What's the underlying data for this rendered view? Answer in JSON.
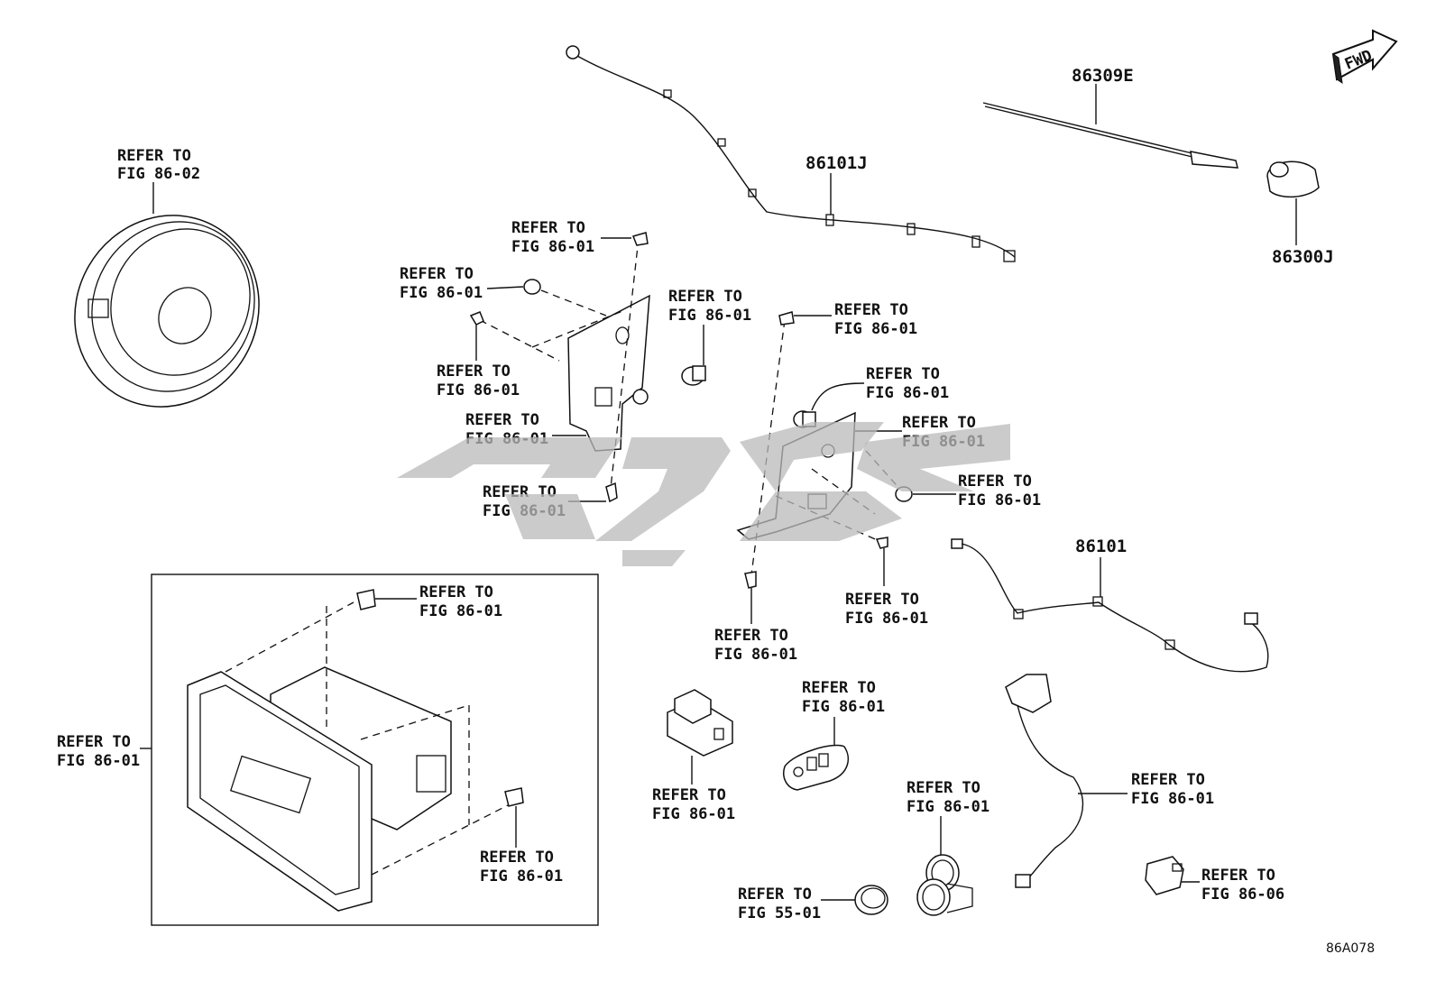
{
  "refer_labels": {
    "speaker": [
      "REFER TO",
      "FIG 86-02"
    ],
    "clip_top": [
      "REFER TO",
      "FIG 86-01"
    ],
    "grommet_left": [
      "REFER TO",
      "FIG 86-01"
    ],
    "screw_left": [
      "REFER TO",
      "FIG 86-01"
    ],
    "bracket_left": [
      "REFER TO",
      "FIG 86-01"
    ],
    "bolt_left_bottom": [
      "REFER TO",
      "FIG 86-01"
    ],
    "bushing_center": [
      "REFER TO",
      "FIG 86-01"
    ],
    "clip_right": [
      "REFER TO",
      "FIG 86-01"
    ],
    "bushing_right": [
      "REFER TO",
      "FIG 86-01"
    ],
    "bracket_right": [
      "REFER TO",
      "FIG 86-01"
    ],
    "grommet_right": [
      "REFER TO",
      "FIG 86-01"
    ],
    "screw_right": [
      "REFER TO",
      "FIG 86-01"
    ],
    "bolt_right": [
      "REFER TO",
      "FIG 86-01"
    ],
    "box_clip_top": [
      "REFER TO",
      "FIG 86-01"
    ],
    "box_clip_bottom": [
      "REFER TO",
      "FIG 86-01"
    ],
    "radio_unit": [
      "REFER TO",
      "FIG 86-01"
    ],
    "relay": [
      "REFER TO",
      "FIG 86-01"
    ],
    "key_fob": [
      "REFER TO",
      "FIG 86-01"
    ],
    "usb_socket": [
      "REFER TO",
      "FIG 86-01"
    ],
    "cap": [
      "REFER TO",
      "FIG 55-01"
    ],
    "harness_right": [
      "REFER TO",
      "FIG 86-01"
    ],
    "switch_small": [
      "REFER TO",
      "FIG 86-06"
    ]
  },
  "part_numbers": {
    "antenna_rod": "86309E",
    "antenna_cable_top": "86101J",
    "antenna_base": "86300J",
    "antenna_cable_bottom": "86101"
  },
  "badge": "FWD",
  "diagram_code": "86A078",
  "watermark_color": "#b9b9b9"
}
